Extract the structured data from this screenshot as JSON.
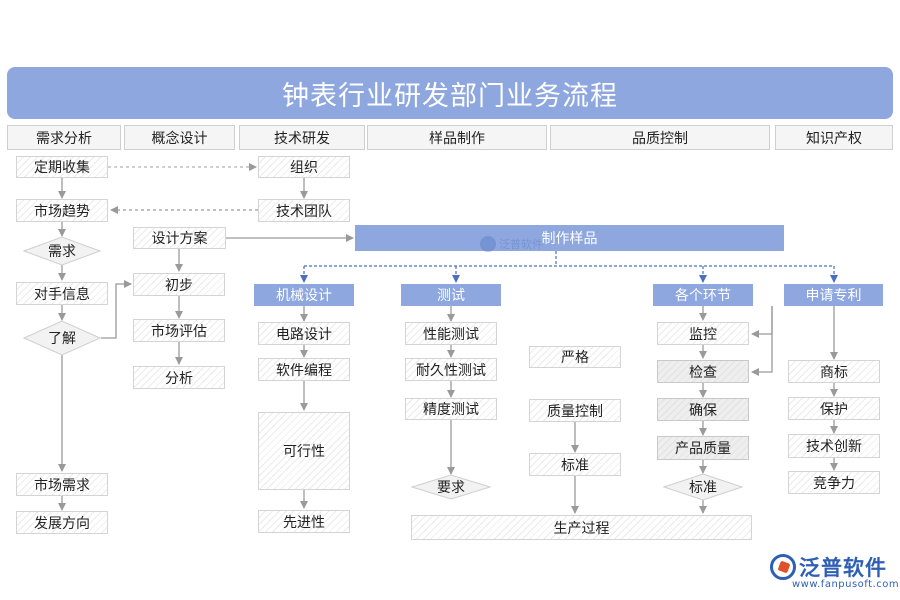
{
  "title": "钟表行业研发部门业务流程",
  "lanes": [
    "需求分析",
    "概念设计",
    "技术研发",
    "样品制作",
    "品质控制",
    "知识产权"
  ],
  "nodes": {
    "dingqi_shouji": "定期收集",
    "shichang_qushi": "市场趋势",
    "xuqiu_diamond": "需求",
    "duishou_xinxi": "对手信息",
    "liaojie_diamond": "了解",
    "shichang_xuqiu": "市场需求",
    "fazhan_fangxiang": "发展方向",
    "sheji_fangan": "设计方案",
    "chubu": "初步",
    "shichang_pinggu": "市场评估",
    "fenxi": "分析",
    "zuzhi": "组织",
    "jishu_tuandui": "技术团队",
    "zhizuo_yangpin": "制作样品",
    "jixie_sheji": "机械设计",
    "dianlu_sheji": "电路设计",
    "ruanjian_biancheng": "软件编程",
    "kexingxing": "可行性",
    "xianjinxing": "先进性",
    "ceshi": "测试",
    "xingneng_ceshi": "性能测试",
    "naijiuxing_ceshi": "耐久性测试",
    "jingdu_ceshi": "精度测试",
    "yaoqiu_diamond": "要求",
    "yange": "严格",
    "zhiliang_kongzhi": "质量控制",
    "biaozhun_box": "标准",
    "shengchan_guocheng": "生产过程",
    "gege_huanjie": "各个环节",
    "jiankong": "监控",
    "jiancha": "检查",
    "quebao": "确保",
    "chanpin_zhiliang": "产品质量",
    "biaozhun_diamond": "标准",
    "shenqing_zhuanli": "申请专利",
    "shangbiao": "商标",
    "baohu": "保护",
    "jishu_chuangxin": "技术创新",
    "jingzhengli": "竞争力"
  },
  "watermark": "泛普软件",
  "logo": {
    "name": "泛普软件",
    "url": "www.fanpusoft.com"
  },
  "colors": {
    "title_bg": "#8ea7de",
    "accent_box": "#8ea7de",
    "header_box": "#6f8fd3",
    "line": "#9a9a9a",
    "dashed_blue": "#4a6fbf",
    "logo": "#2f5fb5"
  }
}
